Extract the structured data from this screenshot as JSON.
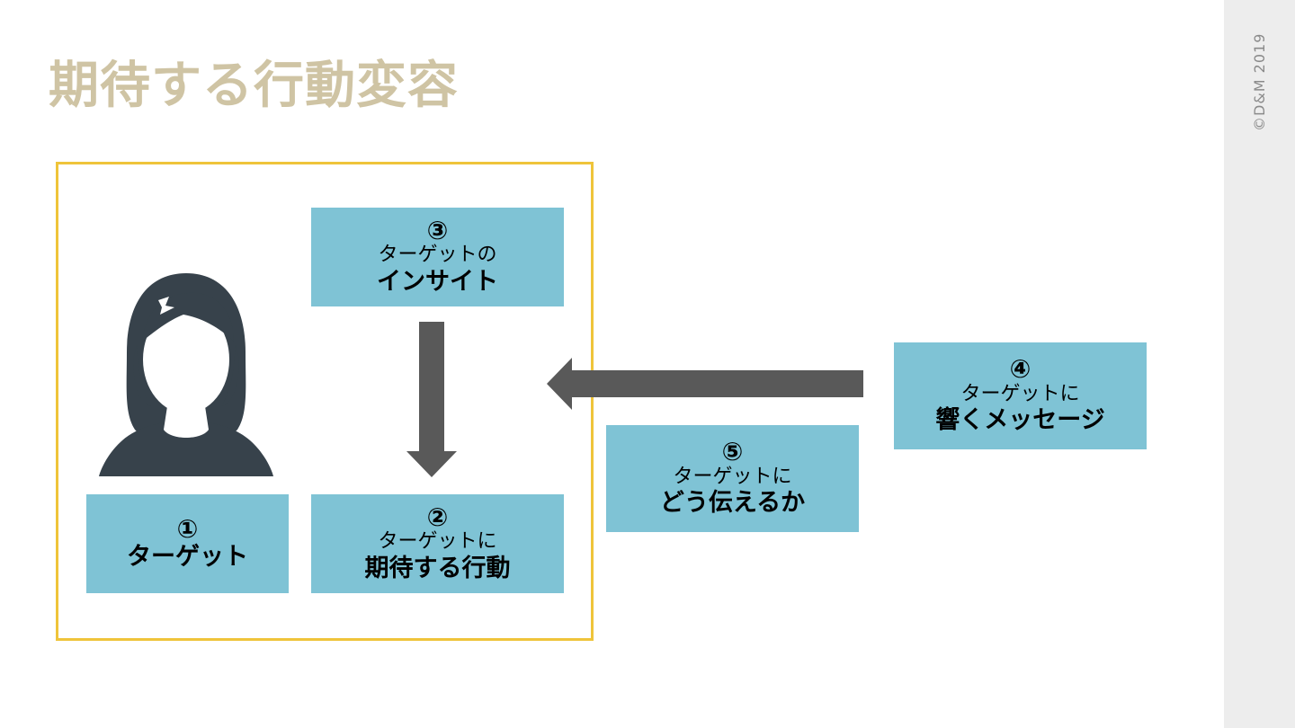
{
  "title": "期待する行動変容",
  "copyright": "©D&M 2019",
  "boxes": {
    "target": {
      "num": "①",
      "main": "ターゲット"
    },
    "behavior": {
      "num": "②",
      "sub": "ターゲットに",
      "main": "期待する行動"
    },
    "insight": {
      "num": "③",
      "sub": "ターゲットの",
      "main": "インサイト"
    },
    "message": {
      "num": "④",
      "sub": "ターゲットに",
      "main": "響くメッセージ"
    },
    "delivery": {
      "num": "⑤",
      "sub": "ターゲットに",
      "main": "どう伝えるか"
    }
  },
  "colors": {
    "title": "#cfc4a4",
    "frame": "#efc43a",
    "box_fill": "#7fc3d5",
    "arrow": "#595959",
    "person": "#37424b",
    "side_strip": "#ededed"
  },
  "icons": {
    "person": "person-silhouette-icon",
    "arrow_down": "arrow-down",
    "arrow_left": "arrow-left"
  }
}
